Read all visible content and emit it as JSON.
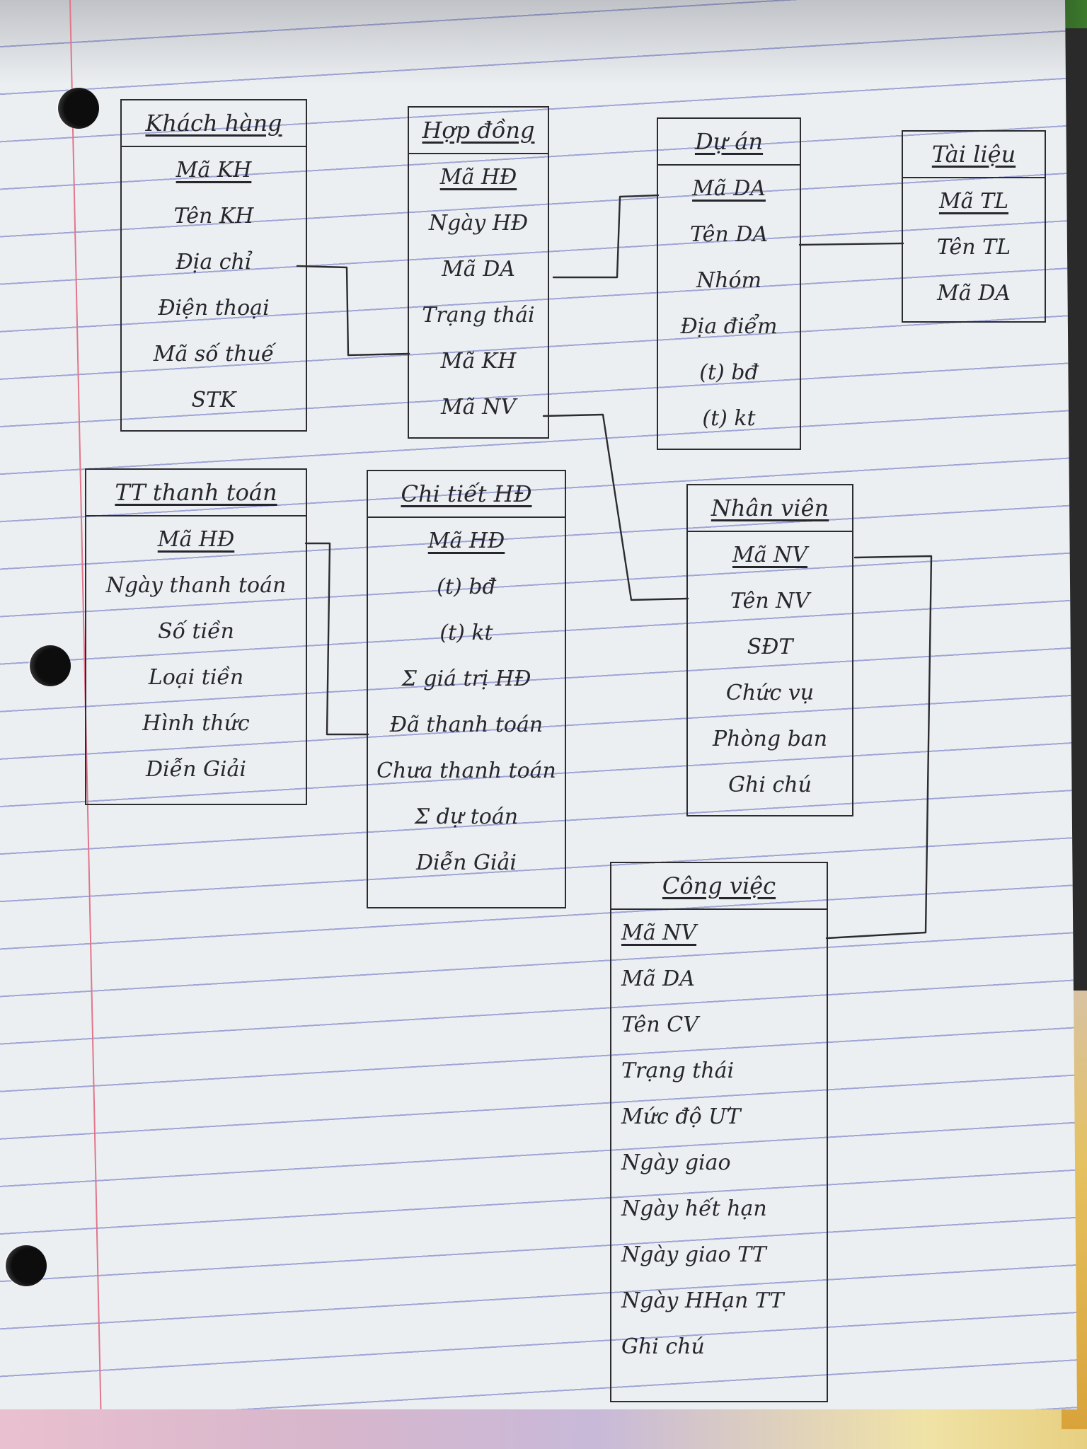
{
  "entities": {
    "khach_hang": {
      "title": "Khách hàng",
      "attributes": [
        "Mã KH",
        "Tên KH",
        "Địa chỉ",
        "Điện thoại",
        "Mã số thuế",
        "STK"
      ]
    },
    "hop_dong": {
      "title": "Hợp đồng",
      "attributes": [
        "Mã HĐ",
        "Ngày HĐ",
        "Mã DA",
        "Trạng thái",
        "Mã KH",
        "Mã NV"
      ]
    },
    "du_an": {
      "title": "Dự án",
      "attributes": [
        "Mã DA",
        "Tên DA",
        "Nhóm",
        "Địa điểm",
        "(t) bđ",
        "(t) kt"
      ]
    },
    "tai_lieu": {
      "title": "Tài liệu",
      "attributes": [
        "Mã TL",
        "Tên TL",
        "Mã DA"
      ]
    },
    "tt_thanh_toan": {
      "title": "TT thanh toán",
      "attributes": [
        "Mã HĐ",
        "Ngày thanh toán",
        "Số tiền",
        "Loại tiền",
        "Hình thức",
        "Diễn Giải"
      ]
    },
    "chi_tiet_hd": {
      "title": "Chi tiết HĐ",
      "attributes": [
        "Mã HĐ",
        "(t) bđ",
        "(t) kt",
        "Σ giá trị HĐ",
        "Đã thanh toán",
        "Chưa thanh toán",
        "Σ dự toán",
        "Diễn Giải"
      ]
    },
    "nhan_vien": {
      "title": "Nhân viên",
      "attributes": [
        "Mã NV",
        "Tên NV",
        "SĐT",
        "Chức vụ",
        "Phòng ban",
        "Ghi chú"
      ]
    },
    "cong_viec": {
      "title": "Công việc",
      "attributes": [
        "Mã NV",
        "Mã DA",
        "Tên CV",
        "Trạng thái",
        "Mức độ ƯT",
        "Ngày giao",
        "Ngày hết hạn",
        "Ngày giao TT",
        "Ngày HHạn TT",
        "Ghi chú"
      ]
    }
  }
}
